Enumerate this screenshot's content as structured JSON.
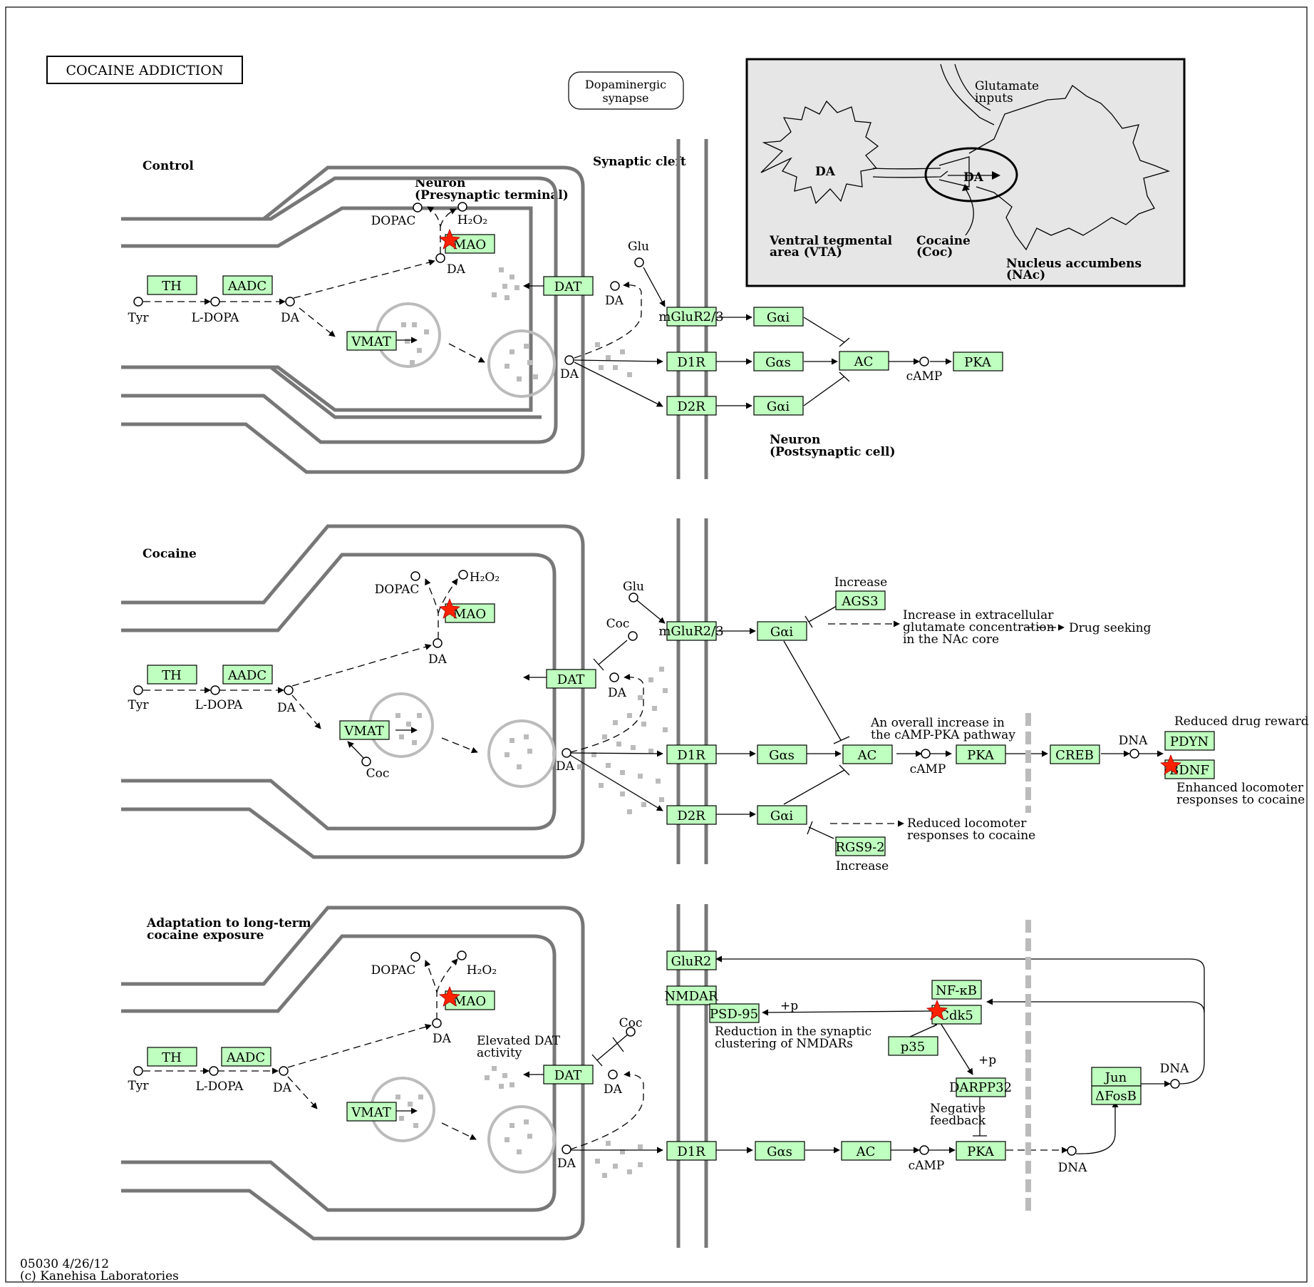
{
  "title": "COCAINE ADDICTION",
  "synapse_box": "Dopaminergic synapse",
  "inset": {
    "glutamate": [
      "Glutamate",
      "inputs"
    ],
    "da_left": "DA",
    "da_mid": "DA",
    "vta": [
      "Ventral tegmental",
      "area (VTA)"
    ],
    "cocaine": [
      "Cocaine",
      "(Coc)"
    ],
    "nac": [
      "Nucleus accumbens",
      "(NAc)"
    ]
  },
  "labels": {
    "synaptic_cleft": "Synaptic cleft",
    "presynaptic": [
      "Neuron",
      "(Presynaptic terminal)"
    ],
    "postsynaptic": [
      "Neuron",
      "(Postsynaptic cell)"
    ]
  },
  "panel_titles": {
    "control": "Control",
    "cocaine": "Cocaine",
    "adaptation": [
      "Adaptation to long-term",
      "cocaine exposure"
    ]
  },
  "genes": {
    "TH": "TH",
    "AADC": "AADC",
    "VMAT": "VMAT",
    "MAO": "MAO",
    "DAT": "DAT",
    "mGluR23": "mGluR2/3",
    "D1R": "D1R",
    "D2R": "D2R",
    "Gai": "Gαi",
    "Gas": "Gαs",
    "AC": "AC",
    "PKA": "PKA",
    "AGS3": "AGS3",
    "RGS92": "RGS9-2",
    "CREB": "CREB",
    "PDYN": "PDYN",
    "BDNF": "BDNF",
    "GluR2": "GluR2",
    "NMDAR": "NMDAR",
    "PSD95": "PSD-95",
    "NFkB": "NF-κB",
    "Cdk5": "Cdk5",
    "p35": "p35",
    "DARPP32": "DARPP32",
    "Jun": "Jun",
    "dFosB": "ΔFosB"
  },
  "compounds": {
    "Tyr": "Tyr",
    "LDOPA": "L-DOPA",
    "DA": "DA",
    "DOPAC": "DOPAC",
    "H2O2": "H₂O₂",
    "Glu": "Glu",
    "cAMP": "cAMP",
    "Coc": "Coc",
    "DNA": "DNA"
  },
  "annotations": {
    "increase": "Increase",
    "glut_increase": [
      "Increase in extracellular",
      "glutamate concentration",
      "in the NAc core"
    ],
    "drug_seeking": "Drug seeking",
    "camp_pka": [
      "An overall increase in",
      "the cAMP-PKA pathway"
    ],
    "reduced_reward": "Reduced drug reward",
    "enhanced_loco": [
      "Enhanced locomoter",
      "responses to cocaine"
    ],
    "reduced_loco": [
      "Reduced locomoter",
      "responses to cocaine"
    ],
    "elevated_dat": [
      "Elevated DAT",
      "activity"
    ],
    "reduction_nmdar": [
      "Reduction in the synaptic",
      "clustering of NMDARs"
    ],
    "negative_feedback": [
      "Negative",
      "feedback"
    ],
    "plus_p": "+p"
  },
  "footer": [
    "05030 4/26/12",
    "(c) Kanehisa Laboratories"
  ]
}
